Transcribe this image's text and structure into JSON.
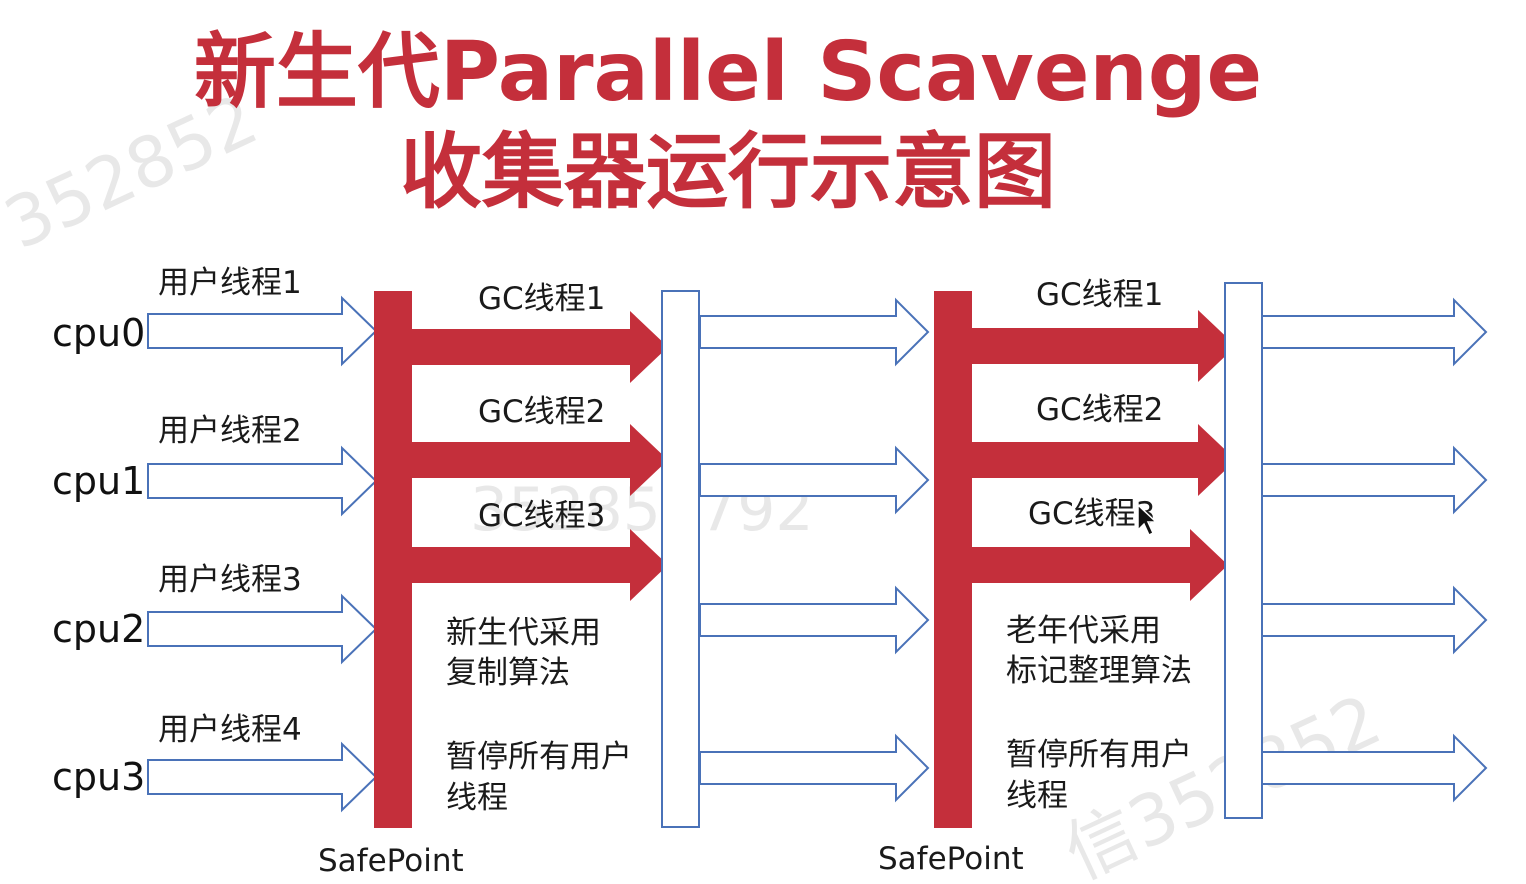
{
  "title": {
    "line1": "新生代Parallel Scavenge",
    "line2": "收集器运行示意图"
  },
  "watermark": {
    "text1": "352852",
    "text2": "352852792",
    "text3": "信352852"
  },
  "cpus": [
    "cpu0",
    "cpu1",
    "cpu2",
    "cpu3"
  ],
  "user_threads": [
    "用户线程1",
    "用户线程2",
    "用户线程3",
    "用户线程4"
  ],
  "phase1": {
    "gc_threads": [
      "GC线程1",
      "GC线程2",
      "GC线程3"
    ],
    "note_algo_line1": "新生代采用",
    "note_algo_line2": "复制算法",
    "note_pause_line1": "暂停所有用户",
    "note_pause_line2": "线程",
    "safepoint": "SafePoint"
  },
  "phase2": {
    "gc_threads": [
      "GC线程1",
      "GC线程2",
      "GC线程3"
    ],
    "note_algo_line1": "老年代采用",
    "note_algo_line2": "标记整理算法",
    "note_pause_line1": "暂停所有用户",
    "note_pause_line2": "线程",
    "safepoint": "SafePoint"
  },
  "colors": {
    "title": "#c42f3b",
    "gc_bar": "#c42f3b",
    "user_arrow_stroke": "#4a72b8"
  }
}
